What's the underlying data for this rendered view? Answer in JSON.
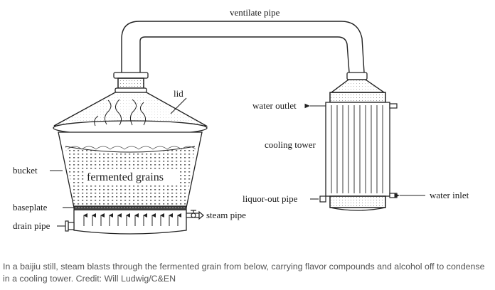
{
  "labels": {
    "ventilate_pipe": "ventilate pipe",
    "lid": "lid",
    "bucket": "bucket",
    "fermented_grains": "fermented grains",
    "baseplate": "baseplate",
    "drain_pipe": "drain pipe",
    "steam_pipe": "steam pipe",
    "water_outlet": "water outlet",
    "cooling_tower": "cooling tower",
    "liquor_out_pipe": "liquor-out pipe",
    "water_inlet": "water inlet"
  },
  "caption": "In a baijiu still, steam blasts through the fermented grain from below, carrying flavor compounds and alcohol off to condense in a cooling tower. Credit: Will Ludwig/C&EN"
}
